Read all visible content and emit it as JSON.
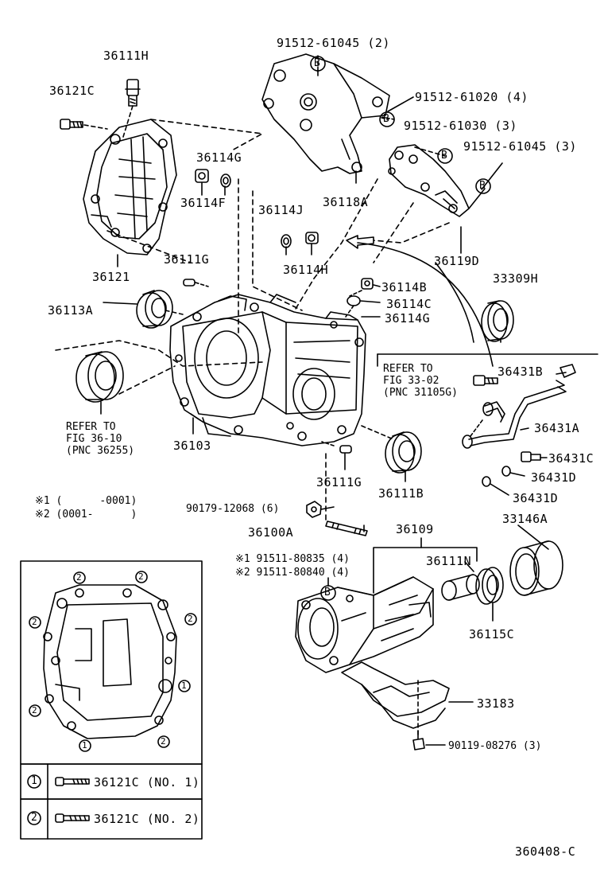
{
  "parts": {
    "p36111H": "36111H",
    "p36121C": "36121C",
    "p91512_61045_2": "91512-61045 (2)",
    "p91512_61020_4": "91512-61020 (4)",
    "p91512_61030_3": "91512-61030 (3)",
    "p91512_61045_3": "91512-61045 (3)",
    "p36114G_top": "36114G",
    "p36114F": "36114F",
    "p36118A": "36118A",
    "p36114J": "36114J",
    "p36119D": "36119D",
    "p36114H": "36114H",
    "p36111G_top": "36111G",
    "p36121": "36121",
    "p33309H": "33309H",
    "p36114B": "36114B",
    "p36113A": "36113A",
    "p36114C": "36114C",
    "p36114G_mid": "36114G",
    "p36431B": "36431B",
    "p36431A": "36431A",
    "p36103": "36103",
    "p36431C": "36431C",
    "p36431D_1": "36431D",
    "p36431D_2": "36431D",
    "p36111G_bot": "36111G",
    "p36111B": "36111B",
    "p90179": "90179-12068 (6)",
    "p36100A": "36100A",
    "p36109": "36109",
    "p33146A": "33146A",
    "p36111N": "36111N",
    "p36115C": "36115C",
    "p33183": "33183",
    "p90119": "90119-08276 (3)"
  },
  "refs": {
    "ref1": "REFER TO\nFIG 33-02\n(PNC 31105G)",
    "ref2": "REFER TO\nFIG 36-10\n(PNC 36255)"
  },
  "notes": {
    "range1": "※1 (      -0001)",
    "range2": "※2 (0001-      )",
    "bolt1": "※1 91511-80835 (4)",
    "bolt2": "※2 91511-80840 (4)"
  },
  "markers": {
    "b": "B",
    "one": "1",
    "two": "2"
  },
  "legend": {
    "row1": "36121C (NO. 1)",
    "row2": "36121C (NO. 2)"
  },
  "footer": {
    "code": "360408-C"
  }
}
